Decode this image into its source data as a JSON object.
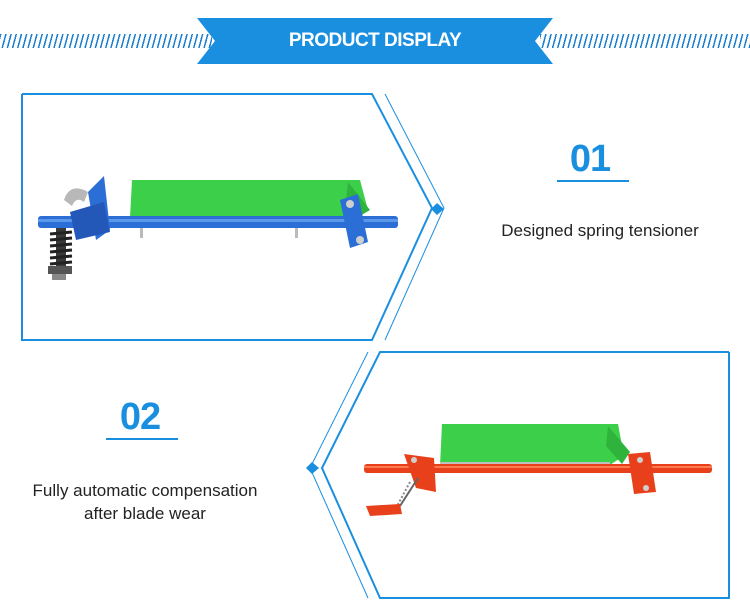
{
  "banner": {
    "title": "PRODUCT DISPLAY"
  },
  "items": [
    {
      "number": "01",
      "caption": "Designed spring tensioner",
      "frame_color": "blue"
    },
    {
      "number": "02",
      "caption_line1": "Fully automatic compensation",
      "caption_line2": "after blade wear",
      "frame_color": "red"
    }
  ],
  "colors": {
    "accent": "#1a8fe0",
    "blade": "#3ccf4a",
    "frame1": "#2b6fd6",
    "frame2": "#e8401a"
  }
}
